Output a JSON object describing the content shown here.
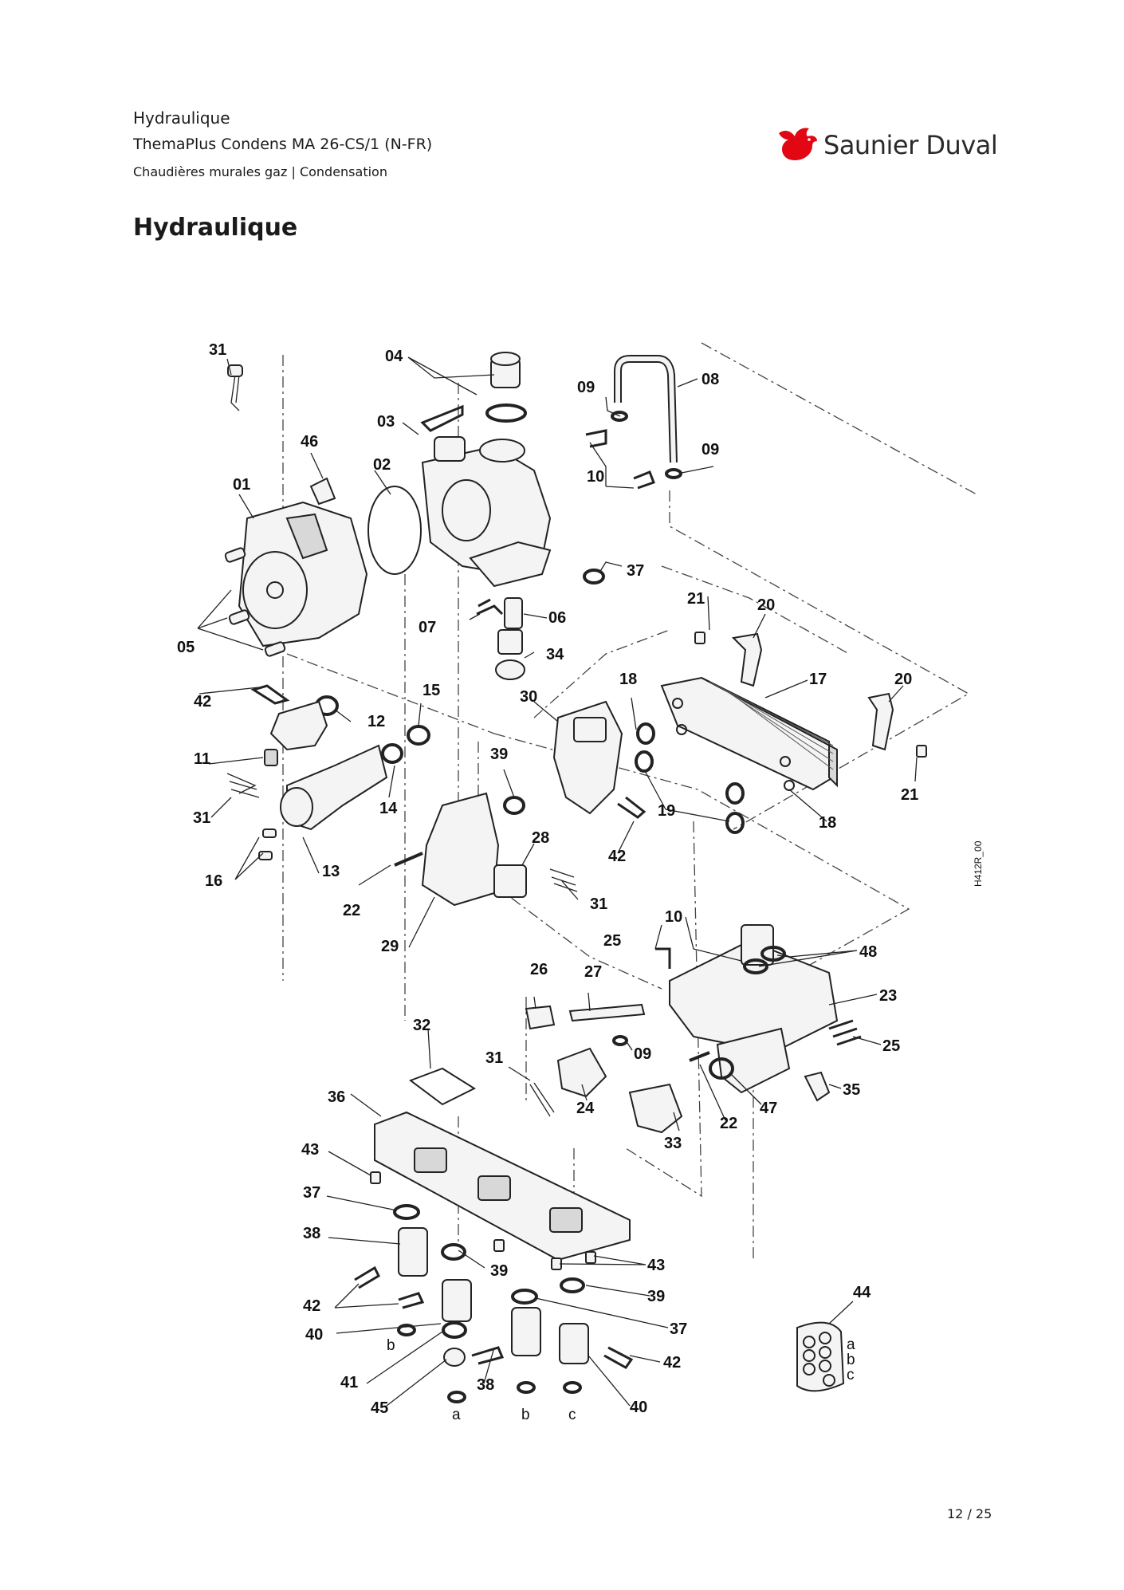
{
  "header": {
    "section": "Hydraulique",
    "product": "ThemaPlus Condens MA 26-CS/1 (N-FR)",
    "category": "Chaudières murales gaz | Condensation"
  },
  "brand": {
    "name": "Saunier Duval",
    "color": "#e30613"
  },
  "title": "Hydraulique",
  "diagram": {
    "drawing_code": "H412R_00",
    "labels": {
      "c01": "01",
      "c02": "02",
      "c03": "03",
      "c04": "04",
      "c05": "05",
      "c06": "06",
      "c07": "07",
      "c08": "08",
      "c09a": "09",
      "c09b": "09",
      "c09c": "09",
      "c10a": "10",
      "c10b": "10",
      "c11": "11",
      "c12": "12",
      "c13": "13",
      "c14": "14",
      "c15": "15",
      "c16": "16",
      "c17": "17",
      "c18a": "18",
      "c18b": "18",
      "c19": "19",
      "c20a": "20",
      "c20b": "20",
      "c21a": "21",
      "c21b": "21",
      "c22a": "22",
      "c22b": "22",
      "c23": "23",
      "c24": "24",
      "c25a": "25",
      "c25b": "25",
      "c26": "26",
      "c27": "27",
      "c28": "28",
      "c29": "29",
      "c30": "30",
      "c31a": "31",
      "c31b": "31",
      "c31c": "31",
      "c31d": "31",
      "c32": "32",
      "c33": "33",
      "c34": "34",
      "c35": "35",
      "c36": "36",
      "c37a": "37",
      "c37b": "37",
      "c37c": "37",
      "c38a": "38",
      "c38b": "38",
      "c39a": "39",
      "c39b": "39",
      "c39c": "39",
      "c40a": "40",
      "c40b": "40",
      "c41": "41",
      "c42a": "42",
      "c42b": "42",
      "c42c": "42",
      "c42d": "42",
      "c43a": "43",
      "c43b": "43",
      "c44": "44",
      "c45": "45",
      "c46": "46",
      "c47": "47",
      "c48": "48",
      "la1": "a",
      "lb1": "b",
      "lb2": "b",
      "lc1": "c",
      "ga": "a",
      "gb": "b",
      "gc": "c"
    }
  },
  "page": {
    "label": "12 / 25"
  }
}
